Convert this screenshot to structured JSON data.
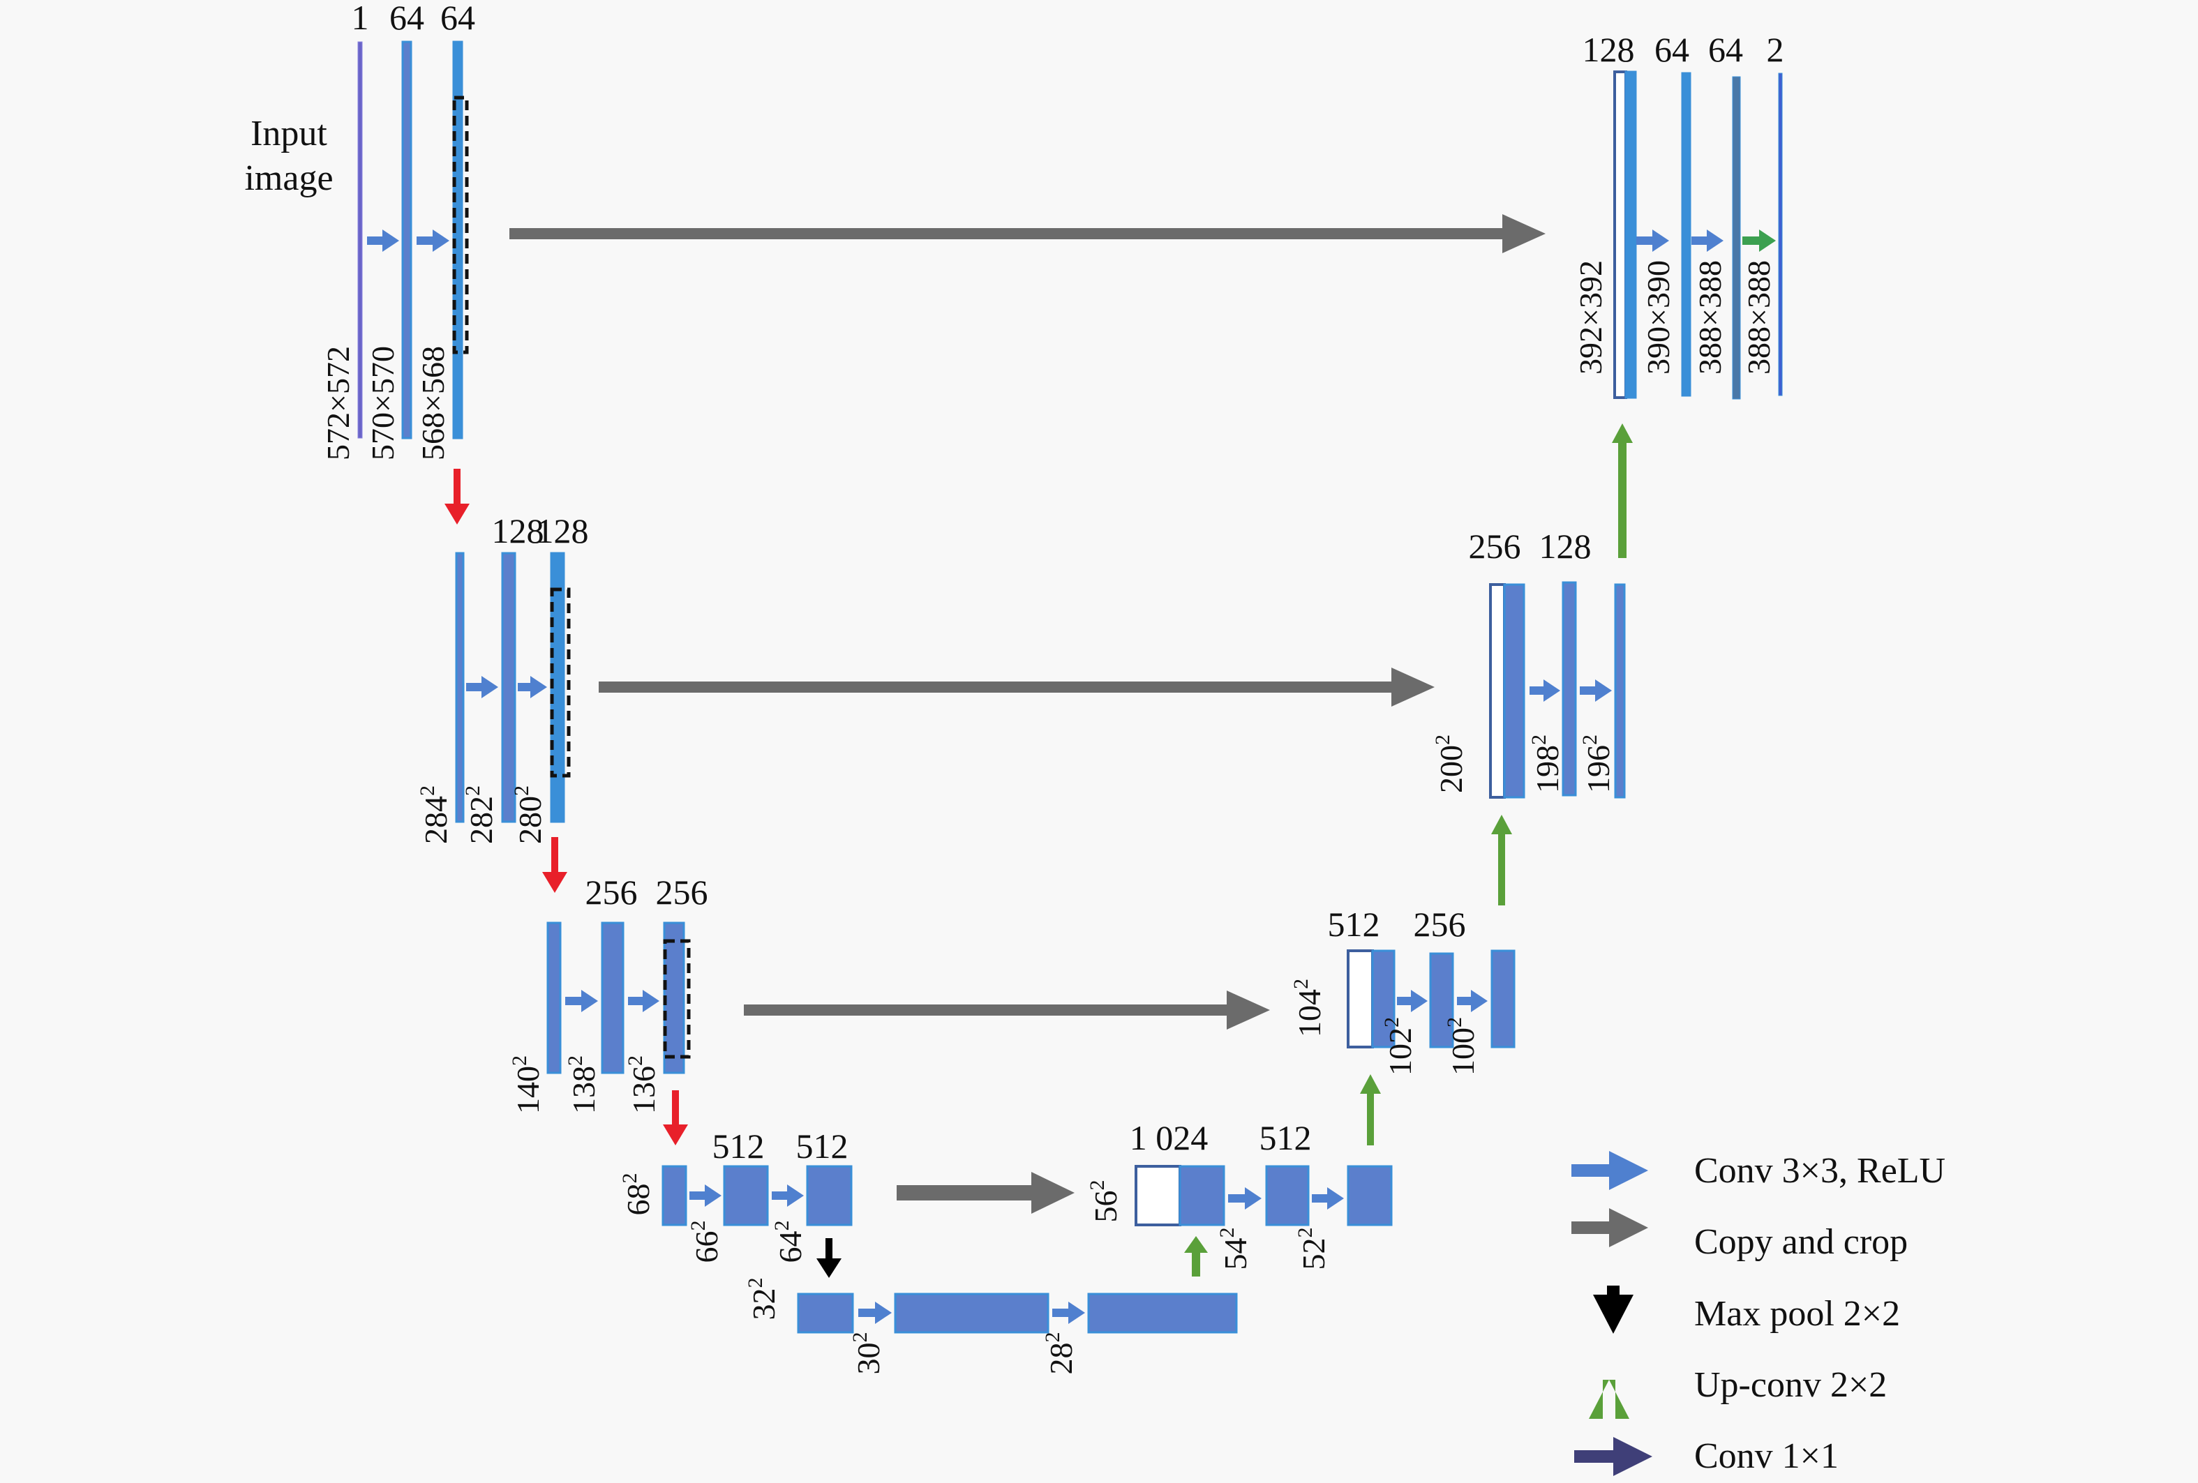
{
  "title": "U-Net architecture",
  "input_label": [
    "Input",
    "image"
  ],
  "colors": {
    "background": "#f8f8f8",
    "feature_map": "#5b7fcc",
    "feature_map_light": "#3a8fd8",
    "copy_crop": "#6b6b6b",
    "max_pool_red": "#e8202a",
    "max_pool_black": "#000000",
    "up_conv": "#5aa03a",
    "conv3x3": "#4f80cf",
    "conv1x1": "#3f3f78"
  },
  "encoder": [
    {
      "level": 1,
      "channels": [
        "1",
        "64",
        "64"
      ],
      "sizes": [
        "572×572",
        "570×570",
        "568×568"
      ]
    },
    {
      "level": 2,
      "channels": [
        "",
        "128",
        "128"
      ],
      "sizes": [
        "284²",
        "282²",
        "280²"
      ]
    },
    {
      "level": 3,
      "channels": [
        "",
        "256",
        "256"
      ],
      "sizes": [
        "140²",
        "138²",
        "136²"
      ]
    },
    {
      "level": 4,
      "channels": [
        "",
        "512",
        "512"
      ],
      "sizes": [
        "68²",
        "66²",
        "64²"
      ]
    }
  ],
  "bottleneck": {
    "sizes": [
      "32²",
      "30²",
      "28²"
    ]
  },
  "decoder": [
    {
      "level": 4,
      "channels": [
        "1 024",
        "512"
      ],
      "sizes": [
        "56²",
        "54²",
        "52²"
      ]
    },
    {
      "level": 3,
      "channels": [
        "512",
        "256"
      ],
      "sizes": [
        "104²",
        "102²",
        "100²"
      ]
    },
    {
      "level": 2,
      "channels": [
        "256",
        "128"
      ],
      "sizes": [
        "200²",
        "198²",
        "196²"
      ]
    },
    {
      "level": 1,
      "channels": [
        "128",
        "64",
        "64",
        "2"
      ],
      "sizes": [
        "392×392",
        "390×390",
        "388×388",
        "388×388"
      ]
    }
  ],
  "legend": [
    {
      "icon": "conv3x3-arrow-icon",
      "label": "Conv 3×3, ReLU"
    },
    {
      "icon": "copy-crop-arrow-icon",
      "label": "Copy and crop"
    },
    {
      "icon": "max-pool-arrow-icon",
      "label": "Max pool 2×2"
    },
    {
      "icon": "up-conv-arrow-icon",
      "label": "Up-conv 2×2"
    },
    {
      "icon": "conv1x1-arrow-icon",
      "label": "Conv 1×1"
    }
  ]
}
